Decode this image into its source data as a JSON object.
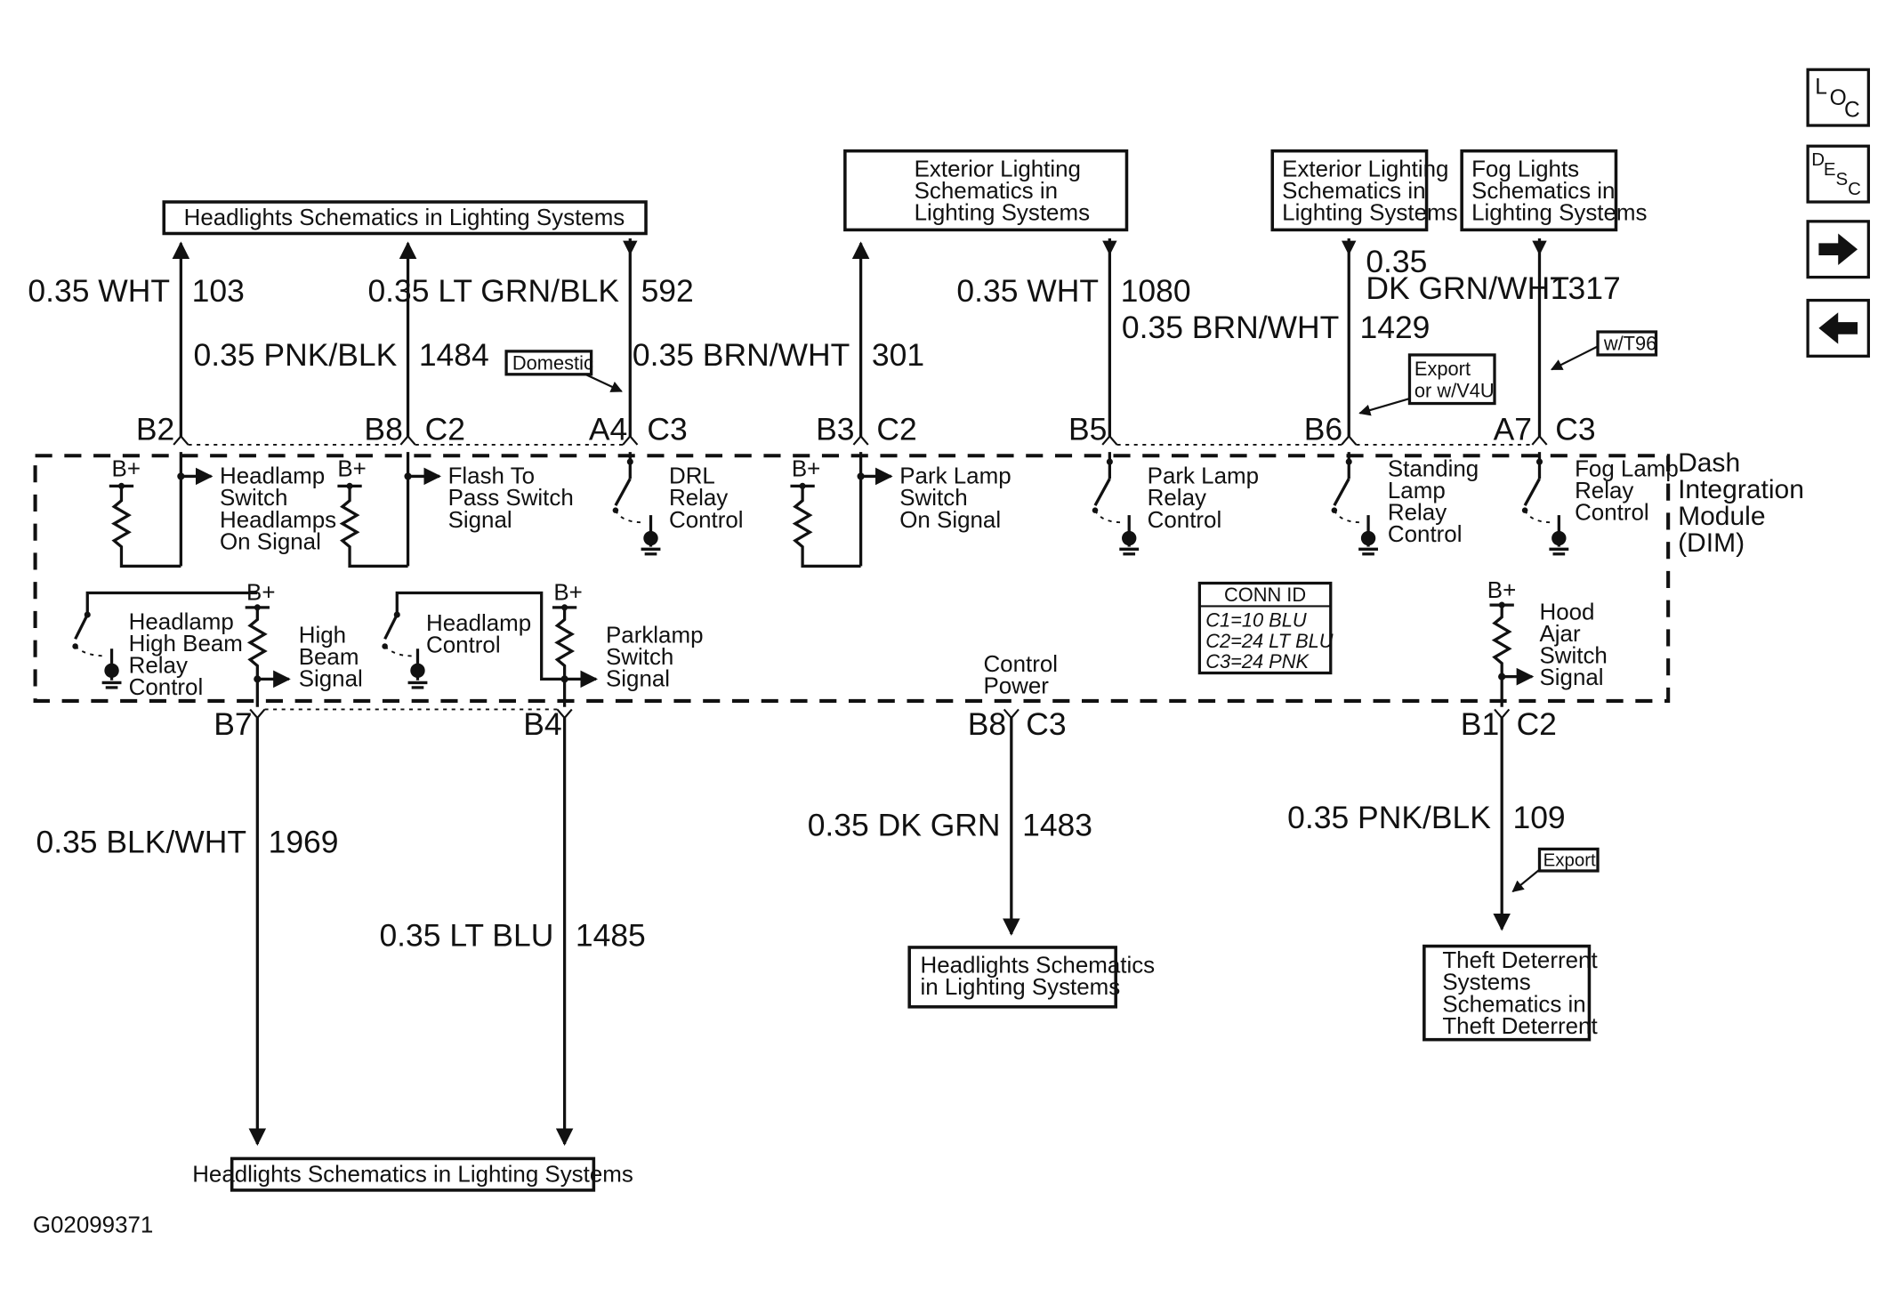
{
  "nav": {
    "loc": [
      "L",
      "O",
      "C"
    ],
    "desc": [
      "D",
      "E",
      "S",
      "C"
    ]
  },
  "boxes": {
    "headlights_top": [
      "Headlights Schematics in Lighting Systems"
    ],
    "exterior_mid": [
      "Exterior Lighting",
      "Schematics in",
      "Lighting Systems"
    ],
    "exterior_right": [
      "Exterior Lighting",
      "Schematics in",
      "Lighting Systems"
    ],
    "fog": [
      "Fog Lights",
      "Schematics in",
      "Lighting Systems"
    ],
    "headlights_mid": [
      "Headlights Schematics",
      "in Lighting Systems"
    ],
    "theft": [
      "Theft Deterrent",
      "Systems",
      "Schematics in",
      "Theft Deterrent"
    ],
    "headlights_bottom": [
      "Headlights Schematics in Lighting Systems"
    ]
  },
  "tags": {
    "domestic": "Domestic",
    "export_v4u": [
      "Export",
      "or w/V4U"
    ],
    "wt96": "w/T96",
    "export": "Export"
  },
  "wires": [
    {
      "size_color": "0.35 WHT",
      "circuit": "103"
    },
    {
      "size_color": "0.35 LT GRN/BLK",
      "circuit": "592"
    },
    {
      "size_color": "0.35 PNK/BLK",
      "circuit": "1484"
    },
    {
      "size_color": "0.35 BRN/WHT",
      "circuit": "301"
    },
    {
      "size_color": "0.35 WHT",
      "circuit": "1080"
    },
    {
      "size_color_lines": [
        "0.35",
        "DK GRN/WHT"
      ],
      "circuit": "1317"
    },
    {
      "size_color": "0.35 BRN/WHT",
      "circuit": "1429"
    },
    {
      "size_color": "0.35 BLK/WHT",
      "circuit": "1969"
    },
    {
      "size_color": "0.35 LT BLU",
      "circuit": "1485"
    },
    {
      "size_color": "0.35 DK GRN",
      "circuit": "1483"
    },
    {
      "size_color": "0.35 PNK/BLK",
      "circuit": "109"
    }
  ],
  "pins_top": [
    "B2",
    "B8",
    "C2",
    "A4",
    "C3",
    "B3",
    "C2",
    "B5",
    "B6",
    "A7",
    "C3"
  ],
  "pins_bottom": [
    "B7",
    "B4",
    "B8",
    "C3",
    "B1",
    "C2"
  ],
  "module": {
    "name": [
      "Dash",
      "Integration",
      "Module",
      "(DIM)"
    ]
  },
  "bplus": "B+",
  "circuits": {
    "headlamp_switch": [
      "Headlamp",
      "Switch",
      "Headlamps",
      "On Signal"
    ],
    "flash_to_pass": [
      "Flash To",
      "Pass Switch",
      "Signal"
    ],
    "drl": [
      "DRL",
      "Relay",
      "Control"
    ],
    "park_lamp_switch": [
      "Park Lamp",
      "Switch",
      "On Signal"
    ],
    "park_lamp_relay": [
      "Park Lamp",
      "Relay",
      "Control"
    ],
    "standing_lamp": [
      "Standing",
      "Lamp",
      "Relay",
      "Control"
    ],
    "fog_lamp": [
      "Fog Lamp",
      "Relay",
      "Control"
    ],
    "high_beam_relay": [
      "Headlamp",
      "High Beam",
      "Relay",
      "Control"
    ],
    "high_beam_signal": [
      "High",
      "Beam",
      "Signal"
    ],
    "headlamp_control": [
      "Headlamp",
      "Control"
    ],
    "parklamp_switch": [
      "Parklamp",
      "Switch",
      "Signal"
    ],
    "control_power": [
      "Control",
      "Power"
    ],
    "hood_ajar": [
      "Hood",
      "Ajar",
      "Switch",
      "Signal"
    ]
  },
  "conn_id": {
    "title": "CONN ID",
    "rows": [
      "C1=10 BLU",
      "C2=24 LT BLU",
      "C3=24 PNK"
    ]
  },
  "figure_id": "G02099371"
}
